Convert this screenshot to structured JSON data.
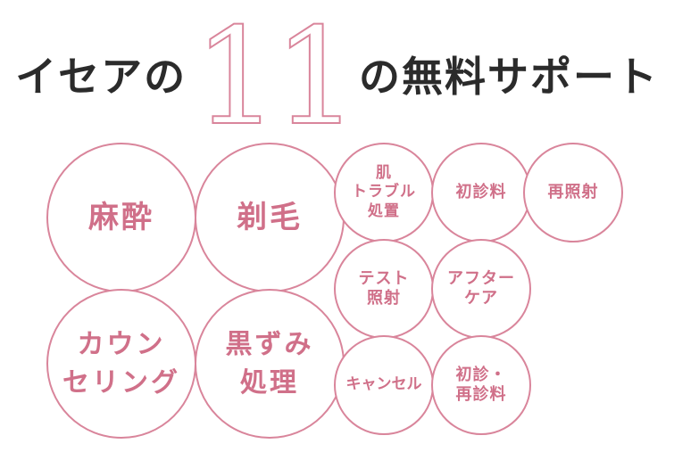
{
  "title": {
    "prefix": "イセアの",
    "number": "11",
    "suffix": "の無料サポート"
  },
  "circles": [
    {
      "label": "麻酔"
    },
    {
      "label": "剃毛"
    },
    {
      "label": "カウン\nセリング"
    },
    {
      "label": "黒ずみ\n処理"
    },
    {
      "label": "肌\nトラブル\n処置"
    },
    {
      "label": "初診料"
    },
    {
      "label": "再照射"
    },
    {
      "label": "テスト\n照射"
    },
    {
      "label": "アフター\nケア"
    },
    {
      "label": "キャンセル"
    },
    {
      "label": "初診・\n再診料"
    }
  ],
  "colors": {
    "accent": "#d9859b",
    "label_text": "#d07089",
    "title_text": "#2b2b2b"
  }
}
